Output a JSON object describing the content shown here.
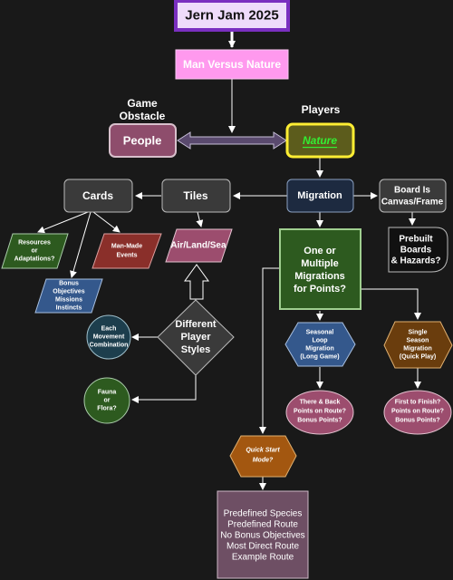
{
  "title": "Jern Jam 2025",
  "theme": "Man Versus Nature",
  "label_game_obstacle": [
    "Game",
    "Obstacle"
  ],
  "label_players": "Players",
  "people": "People",
  "nature": "Nature",
  "migration": "Migration",
  "tiles": "Tiles",
  "cards": "Cards",
  "board_canvas": [
    "Board Is",
    "Canvas/Frame"
  ],
  "prebuilt": [
    "Prebuilt",
    "Boards",
    "& Hazards?"
  ],
  "resources": [
    "Resources",
    "or",
    "Adaptations?"
  ],
  "manmade": [
    "Man-Made",
    "Events"
  ],
  "bonus_objectives": [
    "Bonus",
    "Objectives",
    "Missions",
    "Instincts"
  ],
  "air_land_sea": "Air/Land/Sea",
  "player_styles": [
    "Different",
    "Player",
    "Styles"
  ],
  "movement_combo": [
    "Each",
    "Movement",
    "Combination"
  ],
  "fauna_flora": [
    "Fauna",
    "or",
    "Flora?"
  ],
  "migrations_points": [
    "One or",
    "Multiple",
    "Migrations",
    "for Points?"
  ],
  "seasonal_loop": [
    "Seasonal",
    "Loop",
    "Migration",
    "(Long Game)"
  ],
  "single_season": [
    "Single",
    "Season",
    "Migration",
    "(Quick Play)"
  ],
  "there_back": [
    "There & Back",
    "Points on Route?",
    "Bonus Points?"
  ],
  "first_finish": [
    "First to Finish?",
    "Points on Route?",
    "Bonus Points?"
  ],
  "quick_start": [
    "Quick Start",
    "Mode?"
  ],
  "quick_start_list": [
    "Predefined Species",
    "Predefined Route",
    "No Bonus Objectives",
    "Most Direct Route",
    "Example Route"
  ],
  "colors": {
    "background": "#191919",
    "title_fill": "#eedcfb",
    "title_border": "#7a2fc0",
    "theme_fill": "#ff99ee",
    "people_fill": "#8e4d6c",
    "nature_fill": "#5c5c1c",
    "nature_border": "#ffee33",
    "nature_text": "#33ee33",
    "migration_fill": "#1d2a40",
    "green_fill": "#2d5a1f",
    "red_fill": "#8a2f2a",
    "blue_fill": "#34588c",
    "pink_fill": "#9c4d6e",
    "orange_fill": "#a35710",
    "brown_fill": "#6a3d0d",
    "teal_fill": "#1d3e4d"
  }
}
